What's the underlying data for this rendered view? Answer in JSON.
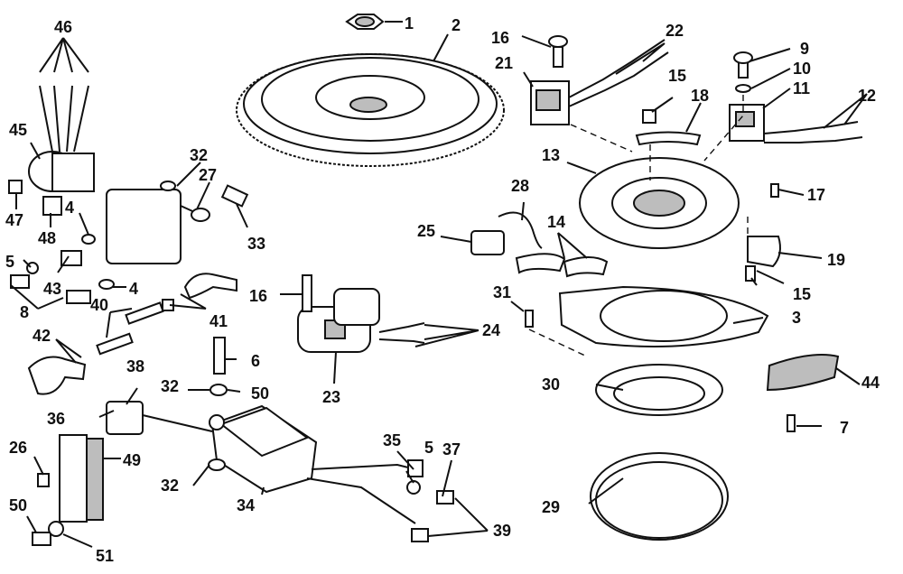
{
  "callouts": [
    "1",
    "2",
    "3",
    "4",
    "4",
    "5",
    "5",
    "6",
    "7",
    "8",
    "9",
    "10",
    "11",
    "12",
    "13",
    "14",
    "15",
    "15",
    "16",
    "16",
    "17",
    "18",
    "19",
    "21",
    "22",
    "23",
    "24",
    "25",
    "26",
    "27",
    "28",
    "29",
    "30",
    "31",
    "32",
    "32",
    "32",
    "33",
    "34",
    "35",
    "36",
    "37",
    "38",
    "39",
    "40",
    "41",
    "42",
    "43",
    "44",
    "45",
    "46",
    "47",
    "48",
    "49",
    "50",
    "50",
    "51"
  ],
  "colors": {
    "line": "#111111",
    "shade": "#bdbdbd",
    "background": "#ffffff"
  }
}
